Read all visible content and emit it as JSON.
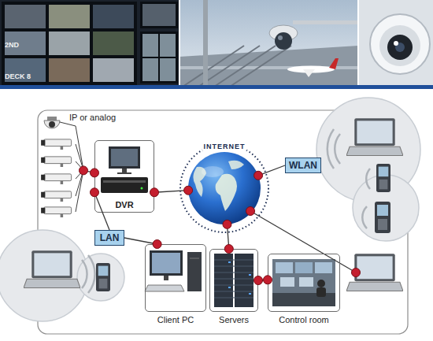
{
  "diagram": {
    "nodes": [
      {
        "text": [
          "IP or analog"
        ]
      },
      {
        "text": [
          "DVR"
        ]
      },
      {
        "text": [
          "INTERNET"
        ]
      },
      {
        "text": [
          "WLAN"
        ]
      },
      {
        "text": [
          "LAN"
        ]
      },
      {
        "text": [
          "Client PC"
        ]
      },
      {
        "text": [
          "Servers"
        ]
      },
      {
        "text": [
          "Control room"
        ]
      }
    ],
    "edges": [
      {
        "from": 0,
        "to": 1,
        "arrow": "none"
      },
      {
        "from": 1,
        "to": 2,
        "arrow": "none"
      },
      {
        "from": 2,
        "to": 3,
        "arrow": "none"
      },
      {
        "from": 1,
        "to": 4,
        "arrow": "none"
      },
      {
        "from": 4,
        "to": 5,
        "arrow": "none"
      },
      {
        "from": 2,
        "to": 6,
        "arrow": "none"
      },
      {
        "from": 6,
        "to": 7,
        "arrow": "none"
      }
    ],
    "labels": [
      "2ND",
      "DECK 8"
    ]
  }
}
